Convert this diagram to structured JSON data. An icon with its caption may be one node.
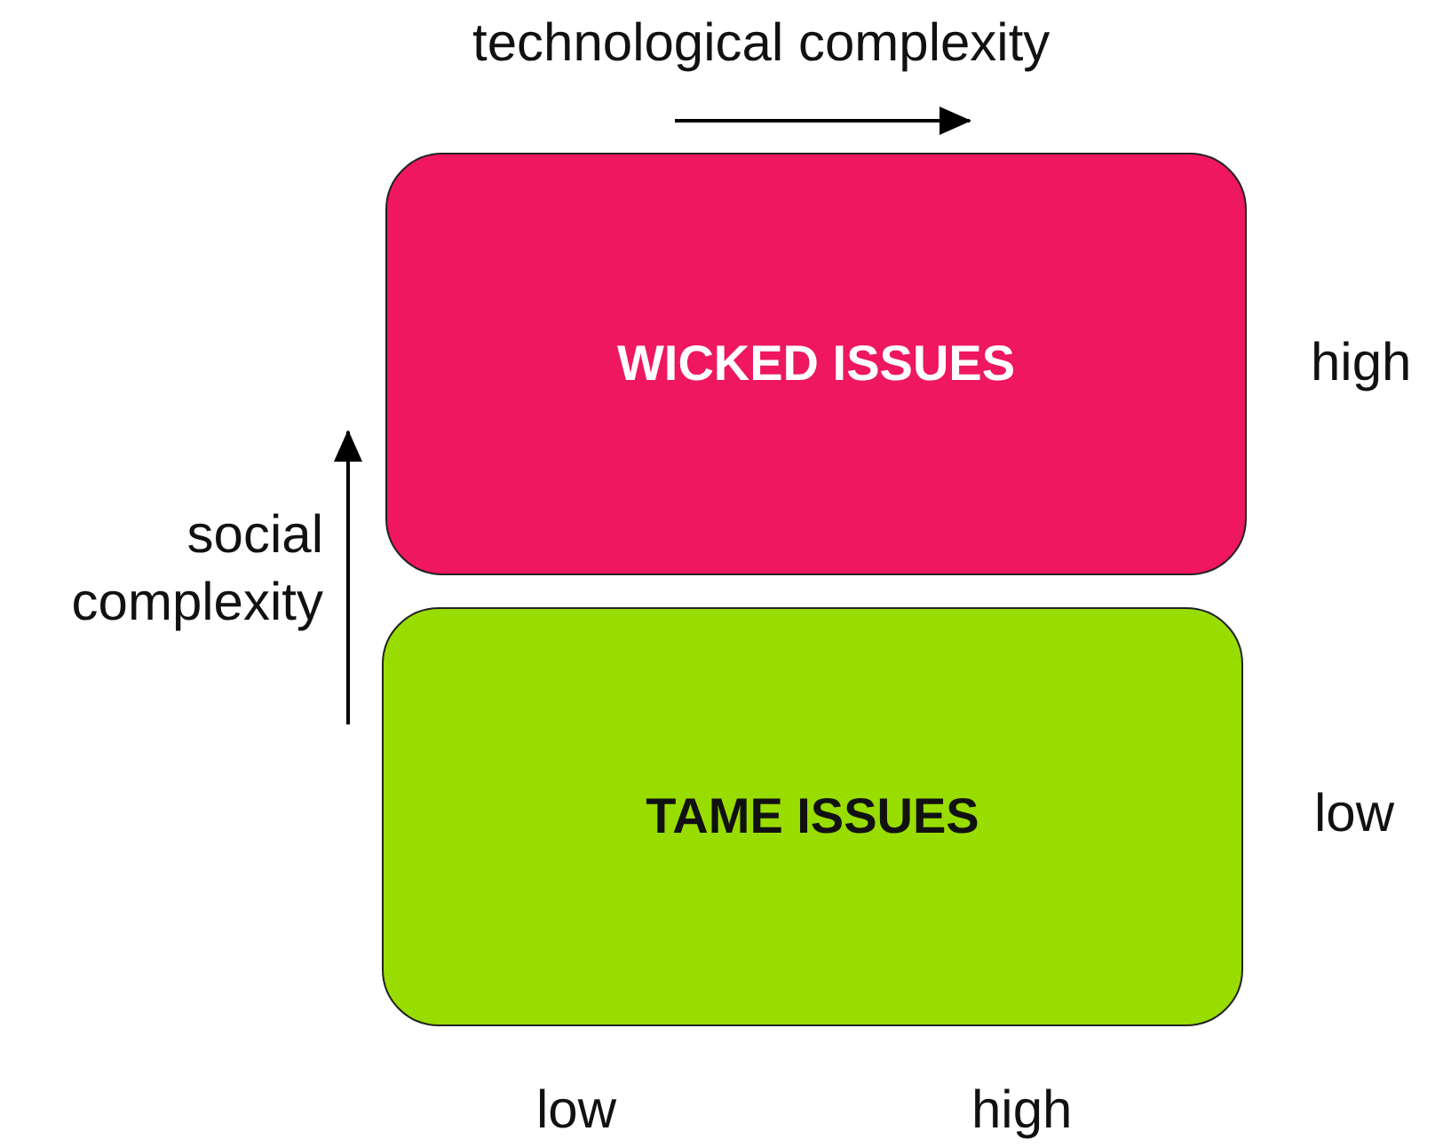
{
  "diagram": {
    "nodes": [
      {
        "text": [
          "WICKED ISSUES"
        ]
      },
      {
        "text": [
          "TAME ISSUES"
        ]
      }
    ],
    "labels": [
      "technological complexity",
      "social complexity",
      "high",
      "low",
      "low",
      "high"
    ]
  }
}
